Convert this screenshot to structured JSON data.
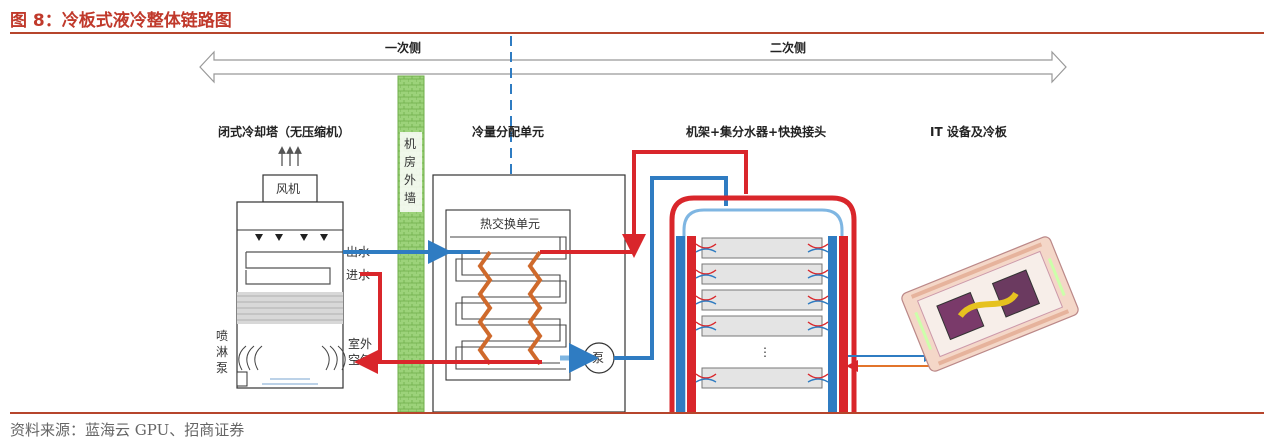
{
  "figure": {
    "title": "图 8：冷板式液冷整体链路图",
    "source": "资料来源：蓝海云 GPU、招商证券"
  },
  "diagram": {
    "primary_side": "一次侧",
    "secondary_side": "二次侧",
    "cooling_tower": "闭式冷却塔（无压缩机）",
    "fan": "风机",
    "outlet_water": "出水",
    "inlet_water": "进水",
    "outdoor_air_1": "室外",
    "outdoor_air_2": "空气",
    "spray_pump": [
      "喷",
      "淋",
      "泵"
    ],
    "wall": [
      "机",
      "房",
      "外",
      "墙"
    ],
    "cdu": "冷量分配单元",
    "heat_exchanger": "热交换单元",
    "pump": "泵",
    "rack": "机架+集分水器+快换接头",
    "it_equipment": "IT 设备及冷板",
    "ellipsis": "⋮"
  },
  "colors": {
    "hot": "#d9262b",
    "cold": "#2f7cc2",
    "light_cold": "#7fb6e2",
    "coil": "#cf6a2c",
    "title": "#c0392b",
    "rule": "#b6452c"
  }
}
